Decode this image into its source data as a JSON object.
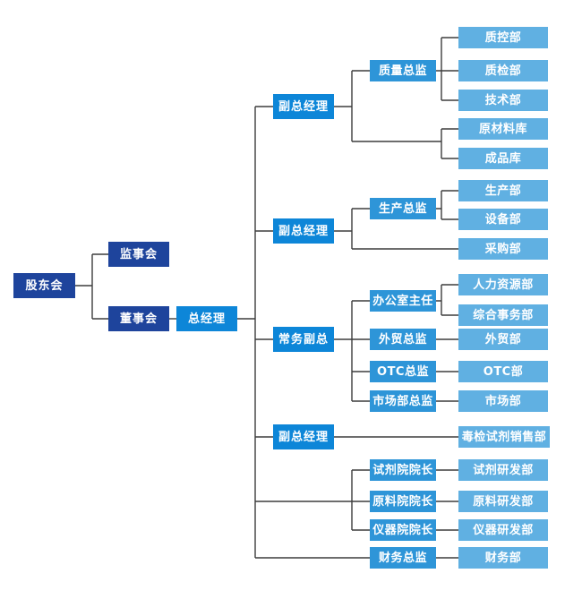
{
  "colors": {
    "level1_dark_navy": "#1e449c",
    "level2_bright_blue": "#0d86d8",
    "level3_medium_blue": "#2e95d8",
    "level4_light_blue": "#60b0e2",
    "connector_line": "#3d3d3d",
    "text": "#ffffff",
    "background": "#ffffff"
  },
  "nodes": {
    "shareholders": {
      "label": "股东会"
    },
    "supervisory": {
      "label": "监事会"
    },
    "board": {
      "label": "董事会"
    },
    "gm": {
      "label": "总经理"
    },
    "deputy1": {
      "label": "副总经理"
    },
    "quality_director": {
      "label": "质量总监"
    },
    "qc_dept": {
      "label": "质控部"
    },
    "qi_dept": {
      "label": "质检部"
    },
    "tech_dept": {
      "label": "技术部"
    },
    "raw_material_warehouse": {
      "label": "原材料库"
    },
    "finished_goods_warehouse": {
      "label": "成品库"
    },
    "deputy2": {
      "label": "副总经理"
    },
    "production_director": {
      "label": "生产总监"
    },
    "production_dept": {
      "label": "生产部"
    },
    "equipment_dept": {
      "label": "设备部"
    },
    "purchasing_dept": {
      "label": "采购部"
    },
    "executive_deputy": {
      "label": "常务副总"
    },
    "office_director": {
      "label": "办公室主任"
    },
    "hr_dept": {
      "label": "人力资源部"
    },
    "general_affairs_dept": {
      "label": "综合事务部"
    },
    "foreign_trade_director": {
      "label": "外贸总监"
    },
    "foreign_trade_dept": {
      "label": "外贸部"
    },
    "otc_director": {
      "label": "OTC总监"
    },
    "otc_dept": {
      "label": "OTC部"
    },
    "marketing_director": {
      "label": "市场部总监"
    },
    "marketing_dept": {
      "label": "市场部"
    },
    "deputy3": {
      "label": "副总经理"
    },
    "drug_test_sales_dept": {
      "label": "毒检试剂销售部"
    },
    "reagent_dean": {
      "label": "试剂院院长"
    },
    "reagent_rd_dept": {
      "label": "试剂研发部"
    },
    "material_dean": {
      "label": "原料院院长"
    },
    "material_rd_dept": {
      "label": "原料研发部"
    },
    "instrument_dean": {
      "label": "仪器院院长"
    },
    "instrument_rd_dept": {
      "label": "仪器研发部"
    },
    "finance_director": {
      "label": "财务总监"
    },
    "finance_dept": {
      "label": "财务部"
    }
  },
  "structure": {
    "id": "shareholders",
    "children": [
      {
        "id": "supervisory"
      },
      {
        "id": "board",
        "children": [
          {
            "id": "gm",
            "children": [
              {
                "id": "deputy1",
                "children": [
                  {
                    "id": "quality_director",
                    "children": [
                      {
                        "id": "qc_dept"
                      },
                      {
                        "id": "qi_dept"
                      },
                      {
                        "id": "tech_dept"
                      }
                    ]
                  },
                  {
                    "id": "raw_material_warehouse"
                  },
                  {
                    "id": "finished_goods_warehouse"
                  }
                ]
              },
              {
                "id": "deputy2",
                "children": [
                  {
                    "id": "production_director",
                    "children": [
                      {
                        "id": "production_dept"
                      },
                      {
                        "id": "equipment_dept"
                      }
                    ]
                  },
                  {
                    "id": "purchasing_dept"
                  }
                ]
              },
              {
                "id": "executive_deputy",
                "children": [
                  {
                    "id": "office_director",
                    "children": [
                      {
                        "id": "hr_dept"
                      },
                      {
                        "id": "general_affairs_dept"
                      }
                    ]
                  },
                  {
                    "id": "foreign_trade_director",
                    "children": [
                      {
                        "id": "foreign_trade_dept"
                      }
                    ]
                  },
                  {
                    "id": "otc_director",
                    "children": [
                      {
                        "id": "otc_dept"
                      }
                    ]
                  },
                  {
                    "id": "marketing_director",
                    "children": [
                      {
                        "id": "marketing_dept"
                      }
                    ]
                  }
                ]
              },
              {
                "id": "deputy3",
                "children": [
                  {
                    "id": "drug_test_sales_dept"
                  }
                ]
              },
              {
                "id": "reagent_dean",
                "children": [
                  {
                    "id": "reagent_rd_dept"
                  }
                ]
              },
              {
                "id": "material_dean",
                "children": [
                  {
                    "id": "material_rd_dept"
                  }
                ]
              },
              {
                "id": "instrument_dean",
                "children": [
                  {
                    "id": "instrument_rd_dept"
                  }
                ]
              },
              {
                "id": "finance_director",
                "children": [
                  {
                    "id": "finance_dept"
                  }
                ]
              }
            ]
          }
        ]
      }
    ]
  }
}
